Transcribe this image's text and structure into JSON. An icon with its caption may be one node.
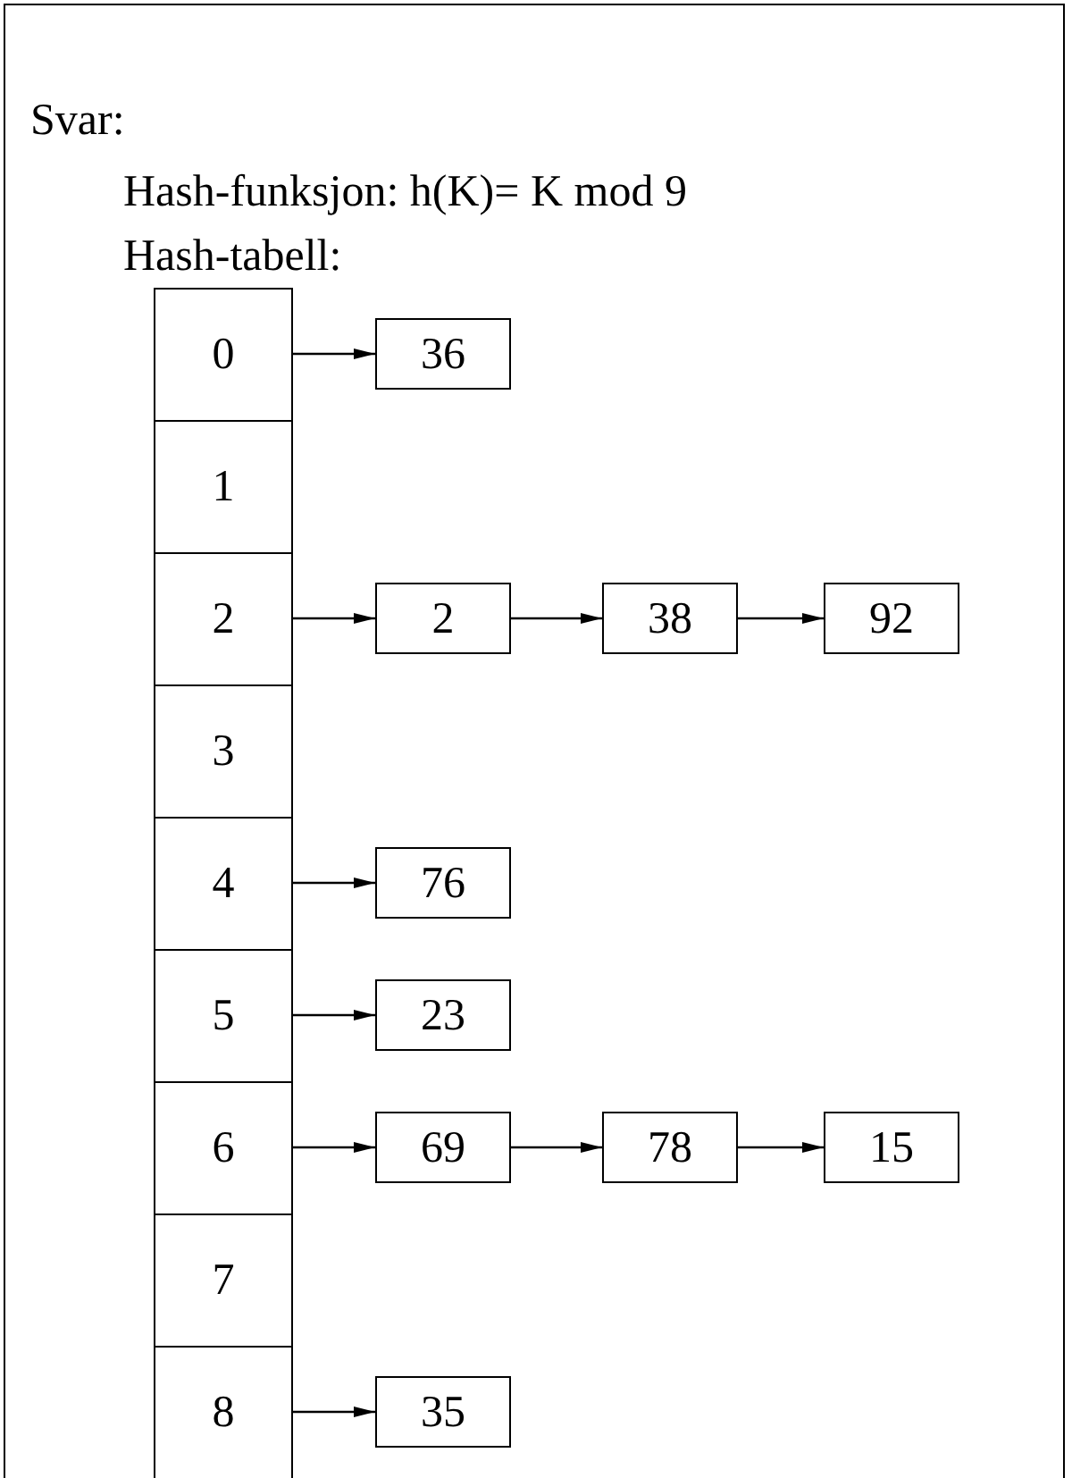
{
  "diagram": {
    "nodes": [
      {
        "text": [
          "Svar:",
          "Hash-funksjon: h(K)= K mod 9",
          "Hash-tabell:"
        ]
      },
      {
        "text": [
          "0"
        ],
        "in": 0
      },
      {
        "text": [
          "1"
        ],
        "in": 0
      },
      {
        "text": [
          "2"
        ],
        "in": 0
      },
      {
        "text": [
          "3"
        ],
        "in": 0
      },
      {
        "text": [
          "4"
        ],
        "in": 0
      },
      {
        "text": [
          "5"
        ],
        "in": 0
      },
      {
        "text": [
          "6"
        ],
        "in": 0
      },
      {
        "text": [
          "7"
        ],
        "in": 0
      },
      {
        "text": [
          "8"
        ],
        "in": 0
      },
      {
        "text": [
          "36"
        ],
        "in": 0
      },
      {
        "text": [
          "2"
        ],
        "in": 0
      },
      {
        "text": [
          "38"
        ],
        "in": 0
      },
      {
        "text": [
          "92"
        ],
        "in": 0
      },
      {
        "text": [
          "76"
        ],
        "in": 0
      },
      {
        "text": [
          "23"
        ],
        "in": 0
      },
      {
        "text": [
          "69"
        ],
        "in": 0
      },
      {
        "text": [
          "78"
        ],
        "in": 0
      },
      {
        "text": [
          "15"
        ],
        "in": 0
      },
      {
        "text": [
          "35"
        ],
        "in": 0
      }
    ],
    "edges": [
      {
        "from": 1,
        "to": 10,
        "arrow": "to"
      },
      {
        "from": 3,
        "to": 11,
        "arrow": "to"
      },
      {
        "from": 11,
        "to": 12,
        "arrow": "to"
      },
      {
        "from": 12,
        "to": 13,
        "arrow": "to"
      },
      {
        "from": 5,
        "to": 14,
        "arrow": "to"
      },
      {
        "from": 6,
        "to": 15,
        "arrow": "to"
      },
      {
        "from": 7,
        "to": 16,
        "arrow": "to"
      },
      {
        "from": 16,
        "to": 17,
        "arrow": "to"
      },
      {
        "from": 17,
        "to": 18,
        "arrow": "to"
      },
      {
        "from": 9,
        "to": 19,
        "arrow": "to"
      }
    ]
  }
}
